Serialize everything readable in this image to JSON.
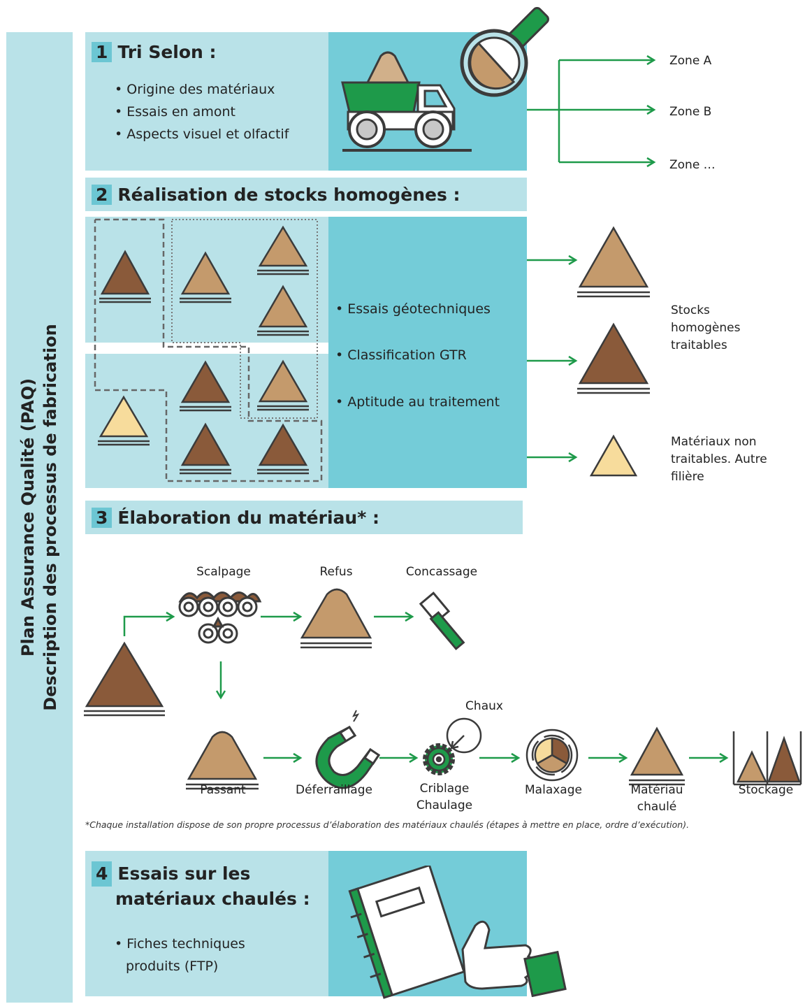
{
  "side_title": {
    "line1": "Plan Assurance Qualité (PAQ)",
    "line2": "Description des processus de fabrication"
  },
  "section1": {
    "number": "1",
    "title": "Tri Selon :",
    "bullets": [
      "• Origine des matériaux",
      "• Essais en amont",
      "• Aspects visuel et olfactif"
    ],
    "zones": [
      "Zone A",
      "Zone B",
      "Zone …"
    ]
  },
  "section2": {
    "number": "2",
    "title": "Réalisation de stocks homogènes :",
    "bullets": [
      "• Essais géotechniques",
      "• Classification GTR",
      "• Aptitude au traitement"
    ],
    "result_treatable": "Stocks homogènes traitables",
    "result_untreatable": "Matériaux non traitables. Autre filière"
  },
  "section3": {
    "number": "3",
    "title": "Élaboration du matériau",
    "title_suffix": "* :",
    "steps": {
      "scalpage": "Scalpage",
      "refus": "Refus",
      "concassage": "Concassage",
      "passant": "Passant",
      "deferraillage": "Déferraillage",
      "chaux": "Chaux",
      "criblage": "Criblage",
      "chaulage": "Chaulage",
      "malaxage": "Malaxage",
      "materiau": "Matériau",
      "chaule": "chaulé",
      "stockage": "Stockage"
    },
    "footnote": "*Chaque installation dispose de son propre processus d’élaboration des matériaux chaulés (étapes à mettre en place, ordre d’exécution)."
  },
  "section4": {
    "number": "4",
    "title_line1": "Essais sur les",
    "title_line2": "matériaux chaulés :",
    "bullet_line1": "• Fiches techniques",
    "bullet_line2": "produits (FTP)"
  },
  "colors": {
    "pale_blue": "#b9e2e8",
    "teal": "#74ccd8",
    "green": "#1e9a4a",
    "dark_brown": "#8a5a3a",
    "light_brown": "#c49a6c",
    "pale_yellow": "#f7dc9c"
  }
}
